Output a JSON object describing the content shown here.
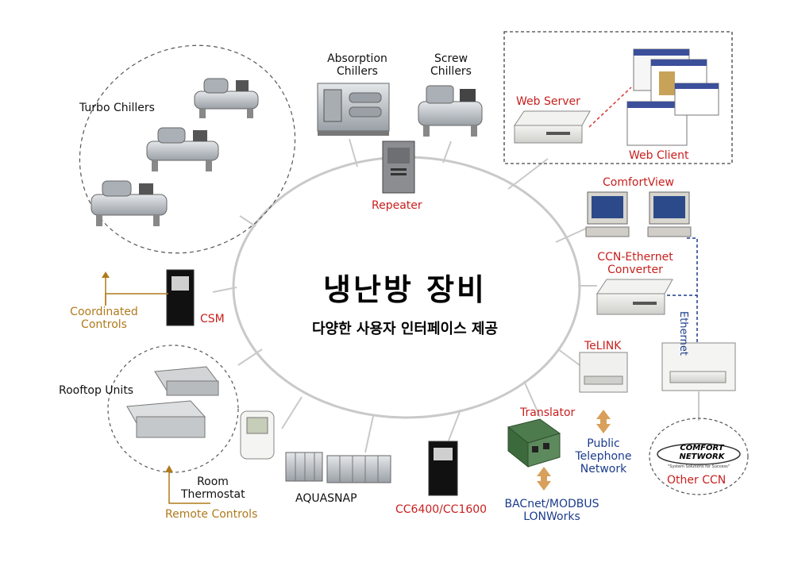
{
  "center": {
    "title": "냉난방 장비",
    "subtitle": "다양한 사용자 인터페이스 제공"
  },
  "nodes": {
    "turbo_chillers": "Turbo Chillers",
    "absorption_chillers": [
      "Absorption",
      "Chillers"
    ],
    "screw_chillers": [
      "Screw",
      "Chillers"
    ],
    "web_server": "Web Server",
    "web_client": "Web Client",
    "repeater": "Repeater",
    "comfortview": "ComfortView",
    "ccn_ethernet_converter": [
      "CCN-Ethernet",
      "Converter"
    ],
    "ethernet": "Ethernet",
    "csm": "CSM",
    "coordinated_controls": [
      "Coordinated",
      "Controls"
    ],
    "telink": "TeLINK",
    "rooftop_units": "Rooftop Units",
    "translator": "Translator",
    "public_telephone_network": [
      "Public",
      "Telephone",
      "Network"
    ],
    "other_ccn": "Other CCN",
    "comfort_network_logo": [
      "COMFORT",
      "NETWORK",
      "\"System Solutions for Success\""
    ],
    "room_thermostat": [
      "Room",
      "Thermostat"
    ],
    "remote_controls": "Remote Controls",
    "aquasnap": "AQUASNAP",
    "cc6400": "CC6400/CC1600",
    "bacnet": [
      "BACnet/MODBUS",
      "LONWorks"
    ]
  },
  "colors": {
    "label_red": "#c8201e",
    "label_brown": "#b07a1c",
    "label_blue": "#1b3c8c",
    "equipment_gray": "#bfc3c8",
    "ellipse_line": "#c9c9c9"
  }
}
